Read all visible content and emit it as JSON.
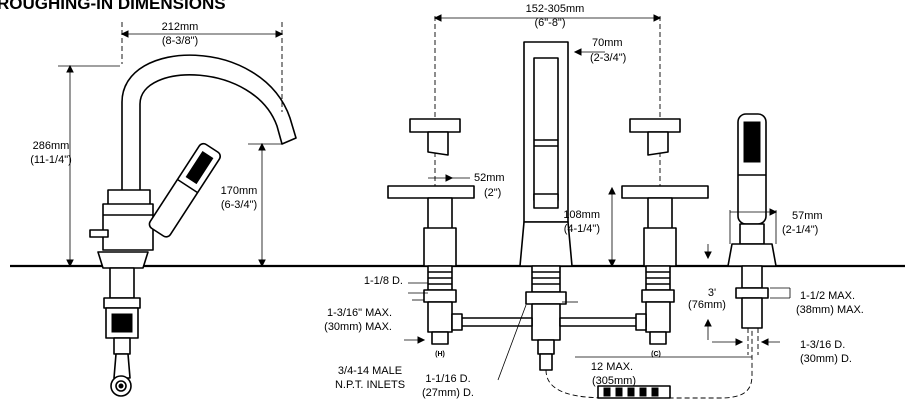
{
  "header": {
    "title": "ROUGHING-IN DIMENSIONS"
  },
  "dimensions": {
    "spout_reach_mm": "212mm",
    "spout_reach_in": "(8-3/8\")",
    "spout_height_mm": "286mm",
    "spout_height_in": "(11-1/4\")",
    "spout_outlet_mm": "170mm",
    "spout_outlet_in": "(6-3/4\")",
    "spread_mm": "152-305mm",
    "spread_in": "(6\"-8\")",
    "center_width_mm": "70mm",
    "center_width_in": "(2-3/4\")",
    "handle_width_mm": "52mm",
    "handle_width_in": "(2\")",
    "handle_height_mm": "108mm",
    "handle_height_in": "(4-1/4\")",
    "handshower_width_mm": "57mm",
    "handshower_width_in": "(2-1/4\")",
    "hole_dia": "1-1/8 D.",
    "deck_max_in": "1-3/16\" MAX.",
    "deck_max_mm": "(30mm) MAX.",
    "hose_length_ft": "3'",
    "hose_length_mm": "(76mm)",
    "hs_deck_max_in": "1-1/2 MAX.",
    "hs_deck_max_mm": "(38mm) MAX.",
    "hs_hole_dia_in": "1-3/16 D.",
    "hs_hole_dia_mm": "(30mm) D.",
    "inlet_size": "3/4-14 MALE",
    "inlet_type": "N.P.T. INLETS",
    "center_hole_dia_in": "1-1/16 D.",
    "center_hole_dia_mm": "(27mm) D.",
    "max_spread_in": "12 MAX.",
    "max_spread_mm": "(305mm)"
  },
  "markers": {
    "hot": "(H)",
    "cold": "(C)"
  }
}
